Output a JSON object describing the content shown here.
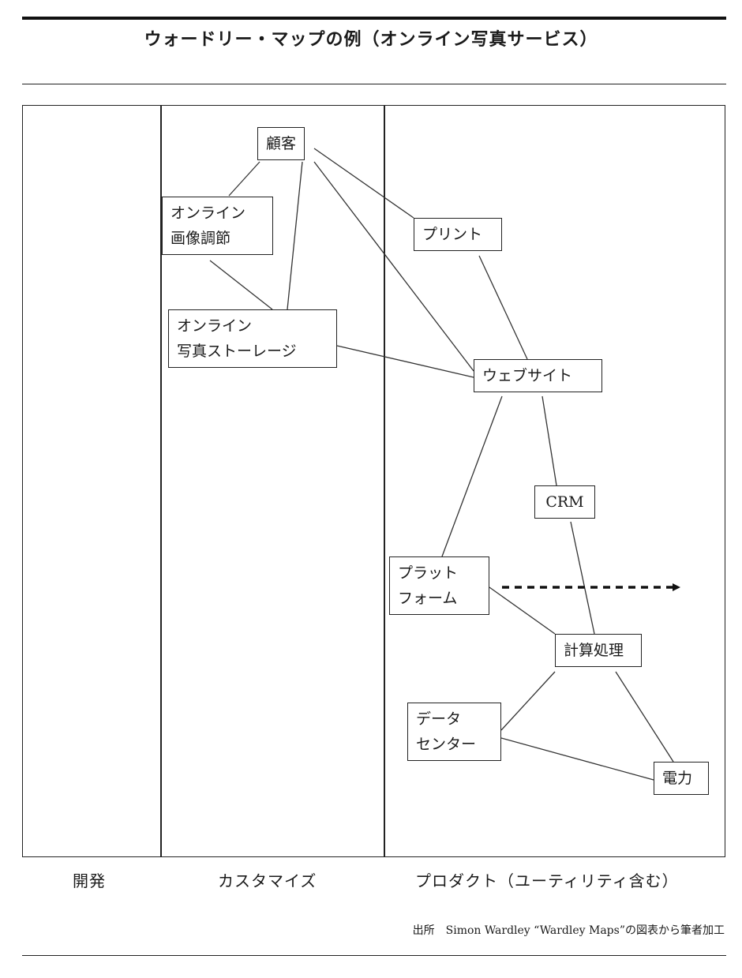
{
  "title": "ウォードリー・マップの例（オンライン写真サービス）",
  "columns": {
    "development": "開発",
    "custom": "カスタマイズ",
    "product": "プロダクト（ユーティリティ含む）"
  },
  "nodes": {
    "customer": "顧客",
    "image_editing": [
      "オンライン",
      "画像調節"
    ],
    "photo_storage": [
      "オンライン",
      "写真ストーレージ"
    ],
    "print": "プリント",
    "website": "ウェブサイト",
    "crm": "CRM",
    "platform": [
      "プラット",
      "フォーム"
    ],
    "compute": "計算処理",
    "datacenter": [
      "データ",
      "センター"
    ],
    "power": "電力"
  },
  "source": "出所　Simon Wardley “Wardley Maps”の図表から筆者加工"
}
